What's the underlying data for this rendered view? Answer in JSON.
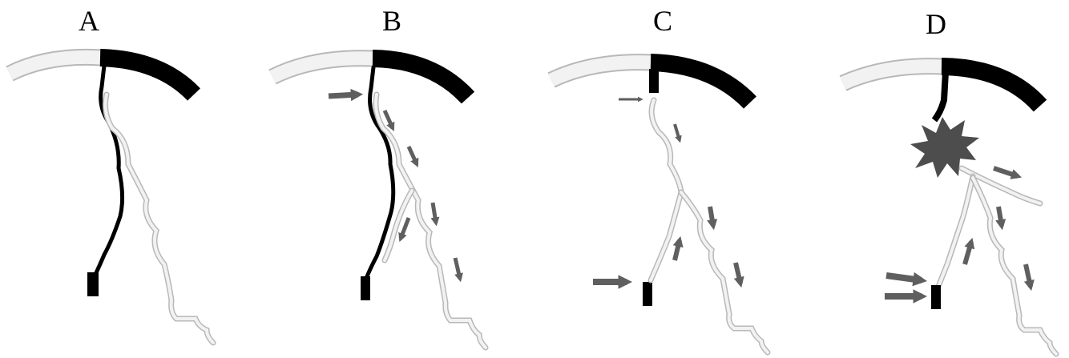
{
  "figure": {
    "panels": [
      {
        "id": "A",
        "label": "A"
      },
      {
        "id": "B",
        "label": "B"
      },
      {
        "id": "C",
        "label": "C"
      },
      {
        "id": "D",
        "label": "D"
      }
    ]
  },
  "colors": {
    "background": "#ffffff",
    "vessel_dark": "#000000",
    "vessel_light": "#f2f2f2",
    "vessel_outline": "#b8b8b8",
    "arrow": "#5f5f5f",
    "burst": "#4d4d4d"
  },
  "icons": {
    "flow_arrow": "flow-arrow-icon",
    "occlusion_burst": "burst-icon"
  }
}
